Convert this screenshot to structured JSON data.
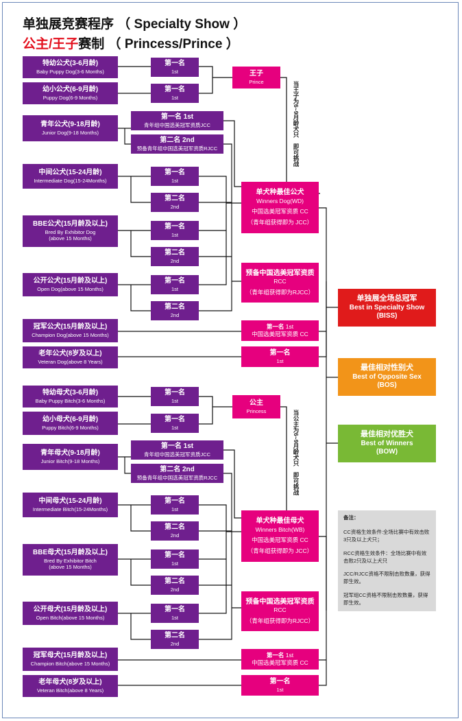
{
  "title": {
    "line1": "单独展竞赛程序 （ Specialty Show ）",
    "line2_red": "公主/王子",
    "line2_rest": "赛制 （ Princess/Prince ）"
  },
  "classes": {
    "baby_puppy_dog": {
      "cn": "特幼公犬(3-6月龄)",
      "en": "Baby Puppy Dog(3-6 Months)"
    },
    "puppy_dog": {
      "cn": "幼小公犬(6-9月龄)",
      "en": "Puppy Dog(6-9 Months)"
    },
    "junior_dog": {
      "cn": "青年公犬(9-18月龄)",
      "en": "Junior Dog(9-18 Months)"
    },
    "intermediate_dog": {
      "cn": "中间公犬(15-24月龄)",
      "en": "Intermediate Dog(15-24Months)"
    },
    "bbe_dog": {
      "cn": "BBE公犬(15月龄及以上)",
      "en1": "Bred By Exhibitor Dog",
      "en2": "(above 15 Months)"
    },
    "open_dog": {
      "cn": "公开公犬(15月龄及以上)",
      "en": "Open Dog(above 15 Months)"
    },
    "champion_dog": {
      "cn": "冠军公犬(15月龄及以上)",
      "en": "Champion Dog(above 15 Months)"
    },
    "veteran_dog": {
      "cn": "老年公犬(8岁及以上)",
      "en": "Veteran Dog(above 8 Years)"
    },
    "baby_puppy_bitch": {
      "cn": "特幼母犬(3-6月龄)",
      "en": "Baby Puppy Bitch(3-6 Months)"
    },
    "puppy_bitch": {
      "cn": "幼小母犬(6-9月龄)",
      "en": "Puppy Bitch(6-9 Months)"
    },
    "junior_bitch": {
      "cn": "青年母犬(9-18月龄)",
      "en": "Junior Bitch(9-18 Months)"
    },
    "intermediate_bitch": {
      "cn": "中间母犬(15-24月龄)",
      "en": "Intermediate Bitch(15-24Months)"
    },
    "bbe_bitch": {
      "cn": "BBE母犬(15月龄及以上)",
      "en1": "Bred By Exhibitor Bitch",
      "en2": "(above 15 Months)"
    },
    "open_bitch": {
      "cn": "公开母犬(15月龄及以上)",
      "en": "Open Bitch(above 15 Months)"
    },
    "champion_bitch": {
      "cn": "冠军母犬(15月龄及以上)",
      "en": "Champion Bitch(above 15 Months)"
    },
    "veteran_bitch": {
      "cn": "老年母犬(8岁及以上)",
      "en": "Veteran Bitch(above 8 Years)"
    }
  },
  "placings": {
    "first_cn": "第一名",
    "first_en": "1st",
    "second_cn": "第二名",
    "second_en": "2nd",
    "junior_first": "第一名 1st",
    "junior_first_sub": "青年组中国选美冠军资质JCC",
    "junior_second": "第二名 2nd",
    "junior_second_sub": "预备青年组中国选美冠军资质RJCC",
    "champ_first": "第一名",
    "champ_first_en": "1st",
    "champ_first_sub": "中国选美冠军资质 CC"
  },
  "awards": {
    "prince_cn": "王子",
    "prince_en": "Prince",
    "princess_cn": "公主",
    "princess_en": "Princess",
    "wd_cn": "单犬种最佳公犬",
    "wd_en": "Winners Dog(WD)",
    "wb_cn": "单犬种最佳母犬",
    "wb_en": "Winners Bitch(WB)",
    "cc": "中国选美冠军资质 CC",
    "jcc_note": "（青年组获得即为 JCC）",
    "rcc_cn": "预备中国选美冠军资质",
    "rcc_en": "RCC",
    "rjcc_note": "（青年组获得即为RJCC）"
  },
  "vertical_notes": {
    "prince": "当王子为6~9月龄犬只　即可挑战",
    "princess": "当公主为6~9月龄犬只　即可挑战"
  },
  "finals": {
    "biss_cn": "单独展全场总冠军",
    "biss_en": "Best in  Specialty Show",
    "biss_abbr": "(BISS)",
    "bos_cn": "最佳相对性别犬",
    "bos_en": "Best of Opposite Sex",
    "bos_abbr": "(BOS)",
    "bow_cn": "最佳相对优胜犬",
    "bow_en": "Best of Winners",
    "bow_abbr": "(BOW)"
  },
  "notes": {
    "title": "备注：",
    "n1": "CC资格生效条件:全场比赛中有效击败3只及以上犬只；",
    "n2": "RCC资格生效条件：全场比赛中有效击败2只及以上犬只",
    "n3": "JCC/RJCC资格不限制击败数量，获得即生效。",
    "n4": "冠军组CC资格不限制击败数量，获得即生效。"
  },
  "colors": {
    "class_purple": "#6f1f8e",
    "award_magenta": "#e6007e",
    "biss_red": "#e01b1b",
    "bos_orange": "#f29419",
    "bow_green": "#79b935",
    "title_red": "#e30f1c"
  }
}
